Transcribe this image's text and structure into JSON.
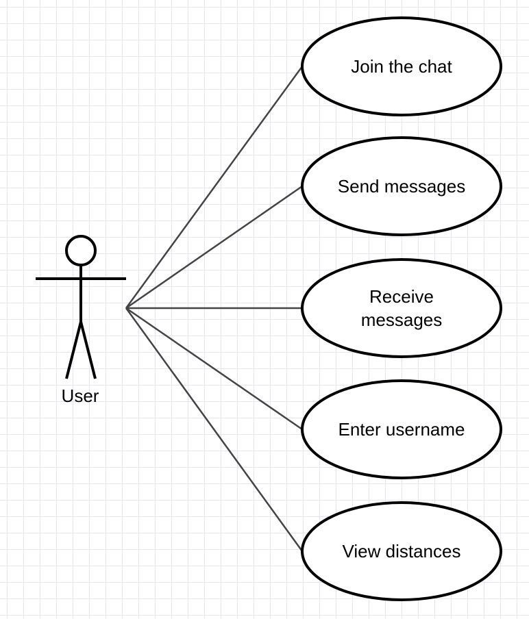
{
  "actor": {
    "name": "User"
  },
  "use_cases": [
    {
      "lines": [
        "Join the chat"
      ]
    },
    {
      "lines": [
        "Send messages"
      ]
    },
    {
      "lines": [
        "Receive",
        "messages"
      ]
    },
    {
      "lines": [
        "Enter username"
      ]
    },
    {
      "lines": [
        "View distances"
      ]
    }
  ],
  "colors": {
    "grid": "#e6e6f3",
    "stroke": "#000000",
    "association": "#444444",
    "fill": "#ffffff"
  }
}
